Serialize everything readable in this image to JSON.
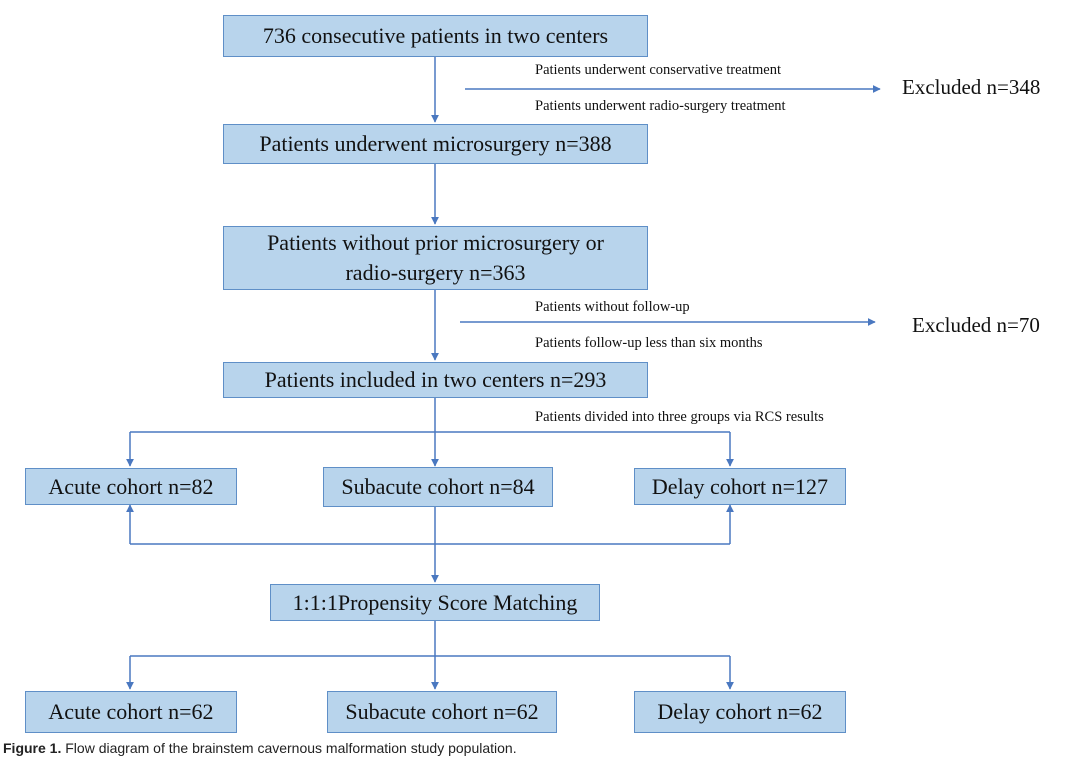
{
  "boxes": {
    "consecutive": "736 consecutive patients in two centers",
    "microsurgery": "Patients underwent microsurgery n=388",
    "without_prior_line1": "Patients without prior microsurgery or",
    "without_prior_line2": "radio-surgery n=363",
    "included": "Patients included in two centers n=293",
    "acute": "Acute cohort n=82",
    "subacute": "Subacute cohort n=84",
    "delay": "Delay cohort n=127",
    "psm": "1:1:1Propensity Score Matching",
    "acute_matched": "Acute cohort n=62",
    "subacute_matched": "Subacute cohort n=62",
    "delay_matched": "Delay cohort n=62"
  },
  "notes": {
    "conservative": "Patients underwent conservative treatment",
    "radiosurgery": "Patients underwent radio-surgery treatment",
    "no_followup": "Patients without follow-up",
    "short_followup": "Patients follow-up less than six months",
    "divided": "Patients divided into three groups via RCS results"
  },
  "excluded": {
    "first": "Excluded n=348",
    "second": "Excluded n=70"
  },
  "caption": {
    "label": "Figure 1.",
    "text": " Flow diagram of the brainstem cavernous malformation study population."
  },
  "colors": {
    "box_fill": "#b8d4ec",
    "box_border": "#5f8fc7",
    "arrow": "#4a78c0"
  }
}
